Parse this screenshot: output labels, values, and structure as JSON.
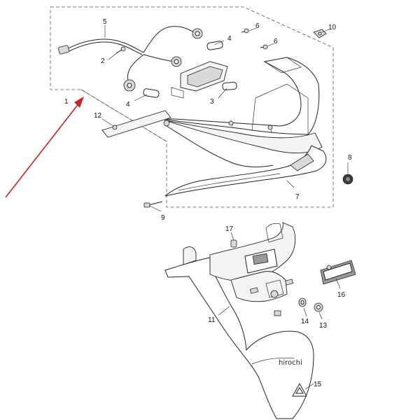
{
  "diagram": {
    "part_labels": [
      "1",
      "2",
      "3",
      "4",
      "4",
      "5",
      "6",
      "6",
      "7",
      "8",
      "9",
      "10",
      "11",
      "12",
      "13",
      "14",
      "15",
      "16",
      "17"
    ],
    "watermark": "hirochi",
    "colors": {
      "line": "#222222",
      "dashed_border": "#555555",
      "pointer_arrow": "#cc2222"
    }
  }
}
